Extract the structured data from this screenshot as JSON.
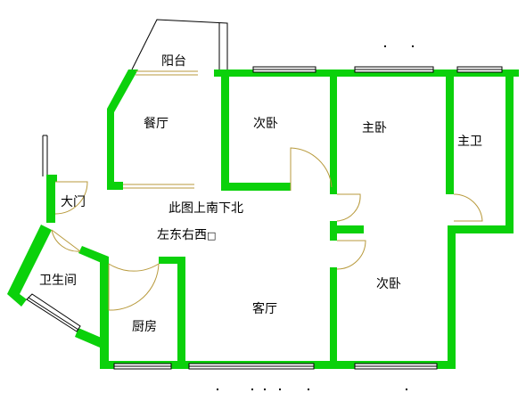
{
  "rooms": {
    "balcony": "阳台",
    "dining": "餐厅",
    "second_bedroom_top": "次卧",
    "master_bedroom": "主卧",
    "master_bathroom": "主卫",
    "entrance": "大门",
    "bathroom": "卫生间",
    "kitchen": "厨房",
    "living_room": "客厅",
    "second_bedroom_bottom": "次卧"
  },
  "orientation": {
    "line1": "此图上南下北",
    "line2": "左东右西",
    "line2_suffix": "□"
  },
  "colors": {
    "wall": "#0bd10b",
    "outline": "#000000",
    "door": "#b89a3c",
    "background": "#ffffff"
  }
}
